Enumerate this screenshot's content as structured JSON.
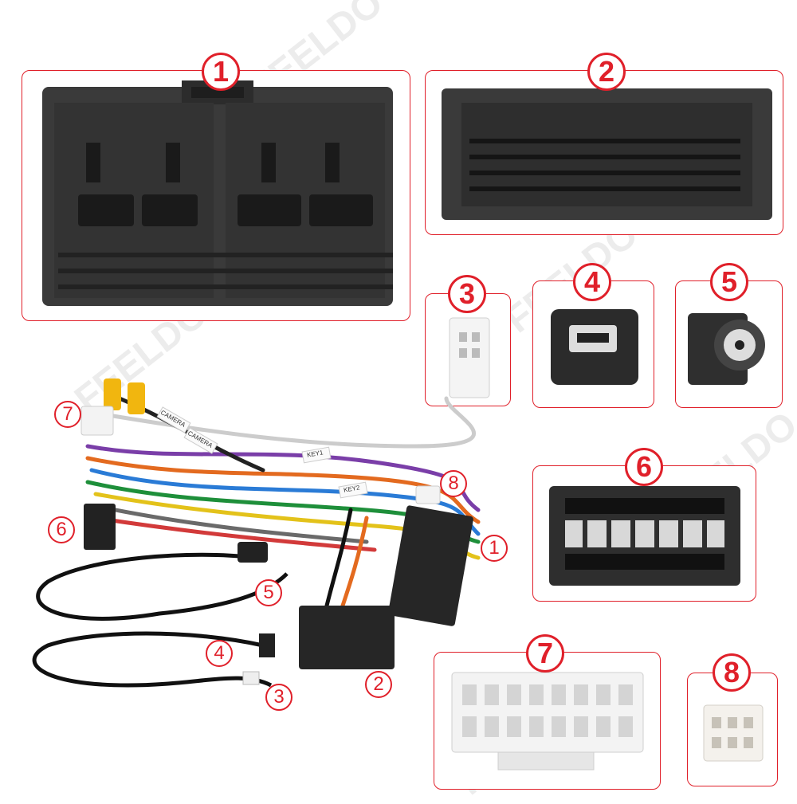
{
  "watermark": "FEELDO",
  "accent_color": "#e0202a",
  "panels": [
    {
      "label": "1"
    },
    {
      "label": "2"
    },
    {
      "label": "3"
    },
    {
      "label": "4"
    },
    {
      "label": "5"
    },
    {
      "label": "6"
    },
    {
      "label": "7"
    },
    {
      "label": "8"
    }
  ],
  "harness_labels": [
    "7",
    "6",
    "5",
    "4",
    "3",
    "8",
    "1",
    "2"
  ],
  "wire_tags": [
    "CAMERA",
    "CAMERA",
    "KEY1",
    "KEY2"
  ]
}
